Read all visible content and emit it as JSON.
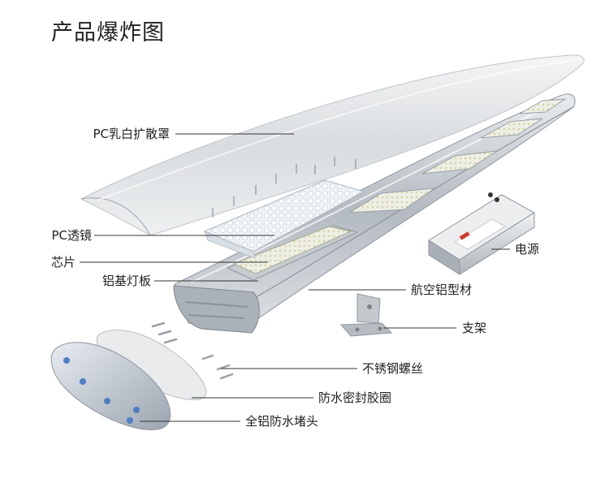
{
  "title": "产品爆炸图",
  "labels": {
    "diffuser": "PC乳白扩散罩",
    "lens": "PC透镜",
    "chip": "芯片",
    "board": "铝基灯板",
    "driver": "电源",
    "profile": "航空铝型材",
    "bracket": "支架",
    "screws": "不锈钢螺丝",
    "gasket": "防水密封胶圈",
    "endcap": "全铝防水堵头"
  },
  "colors": {
    "text": "#222222",
    "line": "#333333",
    "aluminum": "#c9ced4",
    "diffuser": "#e6e8ea",
    "led": "#f4f2d8",
    "driver_label": "#d23b2e"
  }
}
